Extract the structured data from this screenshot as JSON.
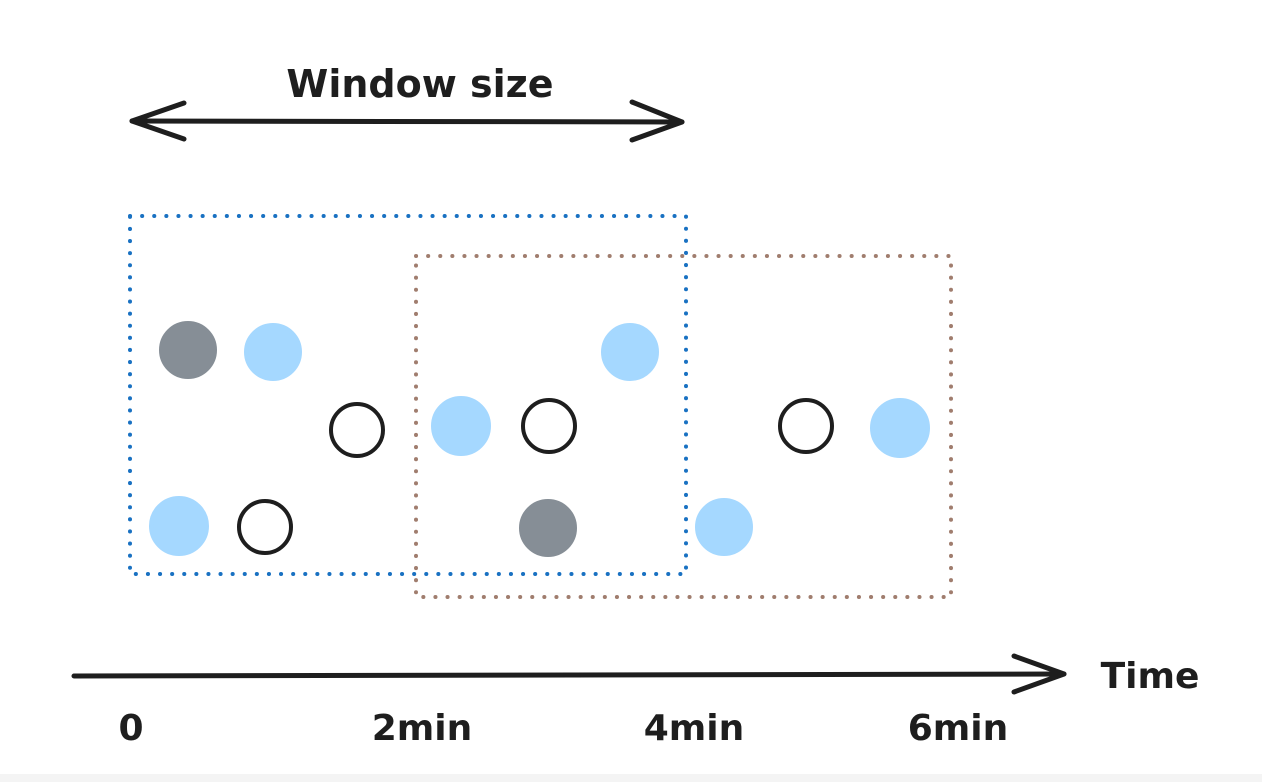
{
  "diagram": {
    "window_label": "Window size",
    "axis_label": "Time",
    "tick_labels": [
      "0",
      "2min",
      "4min",
      "6min"
    ]
  },
  "colors": {
    "ink": "#1e1e1e",
    "event_light_blue": "#a5d8ff",
    "event_gray": "#868e96",
    "window_1_border": "#1971c2",
    "window_2_border": "#a07d6e"
  },
  "events": [
    {
      "kind": "gray-filled",
      "window": "window-1"
    },
    {
      "kind": "light-blue",
      "window": "window-1"
    },
    {
      "kind": "outline",
      "window": "window-1"
    },
    {
      "kind": "light-blue",
      "window": "window-1"
    },
    {
      "kind": "outline",
      "window": "window-1"
    },
    {
      "kind": "light-blue",
      "window": "overlap"
    },
    {
      "kind": "outline",
      "window": "overlap"
    },
    {
      "kind": "gray-filled",
      "window": "overlap"
    },
    {
      "kind": "light-blue",
      "window": "overlap"
    },
    {
      "kind": "light-blue",
      "window": "window-2"
    },
    {
      "kind": "outline",
      "window": "window-2"
    },
    {
      "kind": "light-blue",
      "window": "window-2"
    }
  ]
}
